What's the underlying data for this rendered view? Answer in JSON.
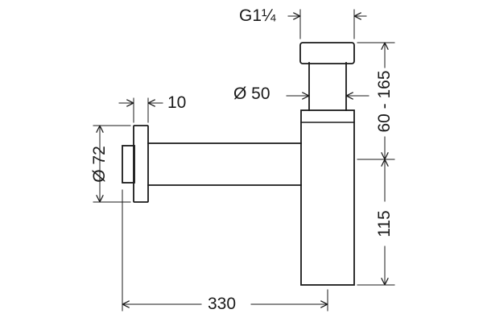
{
  "dimensions": {
    "thread": "G1¼",
    "pipe_diameter": "Ø 50",
    "wall_thickness": "10",
    "flange_diameter": "Ø 72",
    "height_range": "60 - 165",
    "lower_height": "115",
    "length": "330"
  },
  "colors": {
    "line": "#1a1a1a",
    "background": "#ffffff"
  }
}
